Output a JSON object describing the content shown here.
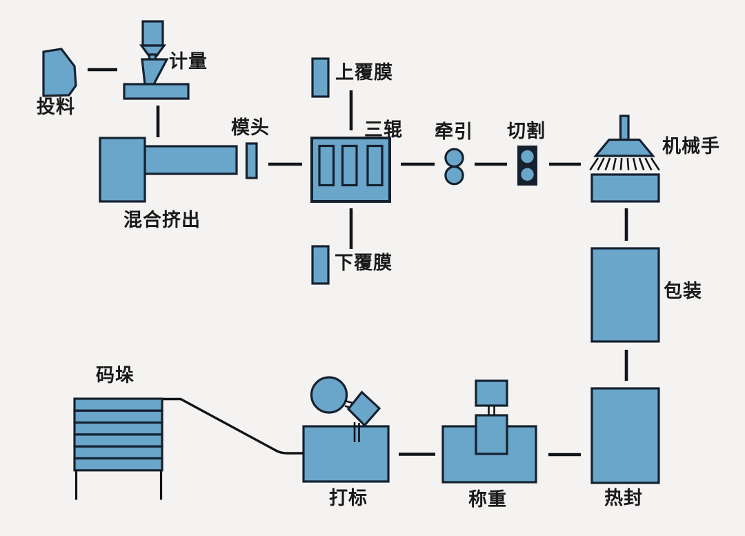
{
  "diagram": {
    "type": "process-flow",
    "language": "zh-CN",
    "colors": {
      "background": "#f4f3f1",
      "shape_fill": "#6aa5ca",
      "shape_outline": "#15212f",
      "connector_line": "#101418",
      "label_text": "#1a1a1a"
    },
    "stations": {
      "feeding": {
        "label": "投料"
      },
      "metering": {
        "label": "计量"
      },
      "mixing_extrusion": {
        "label": "混合挤出"
      },
      "die_head": {
        "label": "模头"
      },
      "upper_film": {
        "label": "上覆膜"
      },
      "three_rollers": {
        "label": "三辊"
      },
      "lower_film": {
        "label": "下覆膜"
      },
      "traction": {
        "label": "牵引"
      },
      "cutting": {
        "label": "切割"
      },
      "robot_arm": {
        "label": "机械手"
      },
      "packaging": {
        "label": "包装"
      },
      "heat_sealing": {
        "label": "热封"
      },
      "weighing": {
        "label": "称重"
      },
      "marking": {
        "label": "打标"
      },
      "palletizing": {
        "label": "码垛"
      }
    },
    "edges": [
      [
        "feeding",
        "metering"
      ],
      [
        "metering",
        "mixing_extrusion"
      ],
      [
        "mixing_extrusion",
        "die_head"
      ],
      [
        "die_head",
        "three_rollers"
      ],
      [
        "upper_film",
        "three_rollers"
      ],
      [
        "three_rollers",
        "lower_film"
      ],
      [
        "three_rollers",
        "traction"
      ],
      [
        "traction",
        "cutting"
      ],
      [
        "cutting",
        "robot_arm"
      ],
      [
        "robot_arm",
        "packaging"
      ],
      [
        "packaging",
        "heat_sealing"
      ],
      [
        "heat_sealing",
        "weighing"
      ],
      [
        "weighing",
        "marking"
      ],
      [
        "marking",
        "palletizing"
      ]
    ]
  }
}
